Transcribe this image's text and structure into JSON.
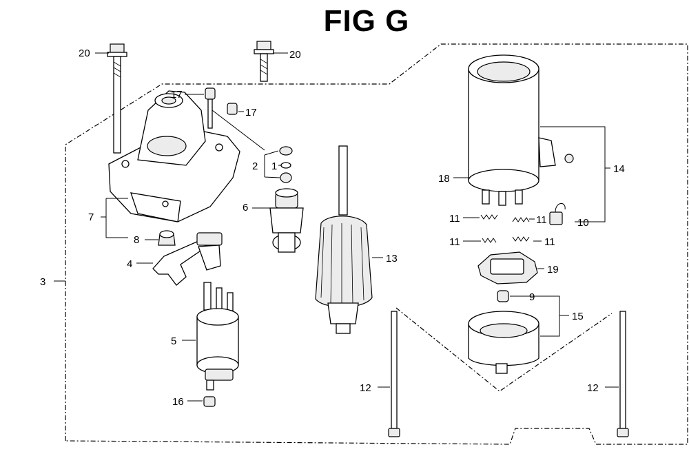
{
  "title": "FIG G",
  "callouts": {
    "c1": "1",
    "c2": "2",
    "c3": "3",
    "c4": "4",
    "c5": "5",
    "c6": "6",
    "c7": "7",
    "c8": "8",
    "c9": "9",
    "c10": "10",
    "c11a": "11",
    "c11b": "11",
    "c11c": "11",
    "c11d": "11",
    "c12a": "12",
    "c12b": "12",
    "c13": "13",
    "c14": "14",
    "c15": "15",
    "c16": "16",
    "c17a": "17",
    "c17b": "17",
    "c18": "18",
    "c19": "19",
    "c20a": "20",
    "c20b": "20"
  }
}
